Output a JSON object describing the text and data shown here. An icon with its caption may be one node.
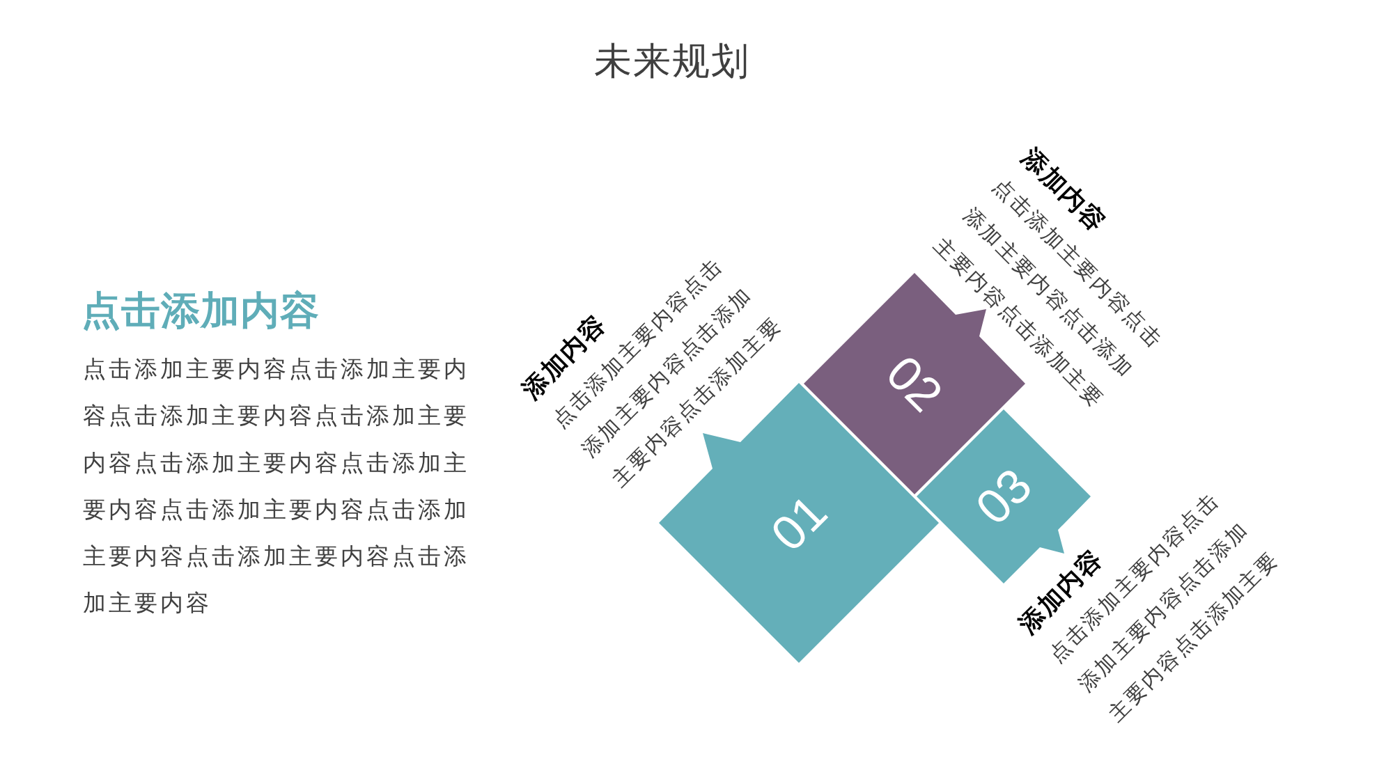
{
  "diagram": {
    "title": "未来规划",
    "nodes": [
      {
        "text": [
          "01"
        ],
        "beside": [
          "添加内容",
          "点击添加主要内容点击添加主要内容点击添加主要内容点击添加主要"
        ]
      },
      {
        "text": [
          "02"
        ],
        "beside": [
          "添加内容",
          "点击添加主要内容点击添加主要内容点击添加主要内容点击添加主要"
        ]
      },
      {
        "text": [
          "03"
        ],
        "beside": [
          "添加内容",
          "点击添加主要内容点击添加主要内容点击添加主要内容点击添加主要"
        ]
      }
    ],
    "labels": [
      "点击添加内容",
      "点击添加主要内容点击添加主要内容点击添加主要内容点击添加主要内容点击添加主要内容点击添加主要内容点击添加主要内容点击添加主要内容点击添加主要内容点击添加主要内容"
    ]
  }
}
